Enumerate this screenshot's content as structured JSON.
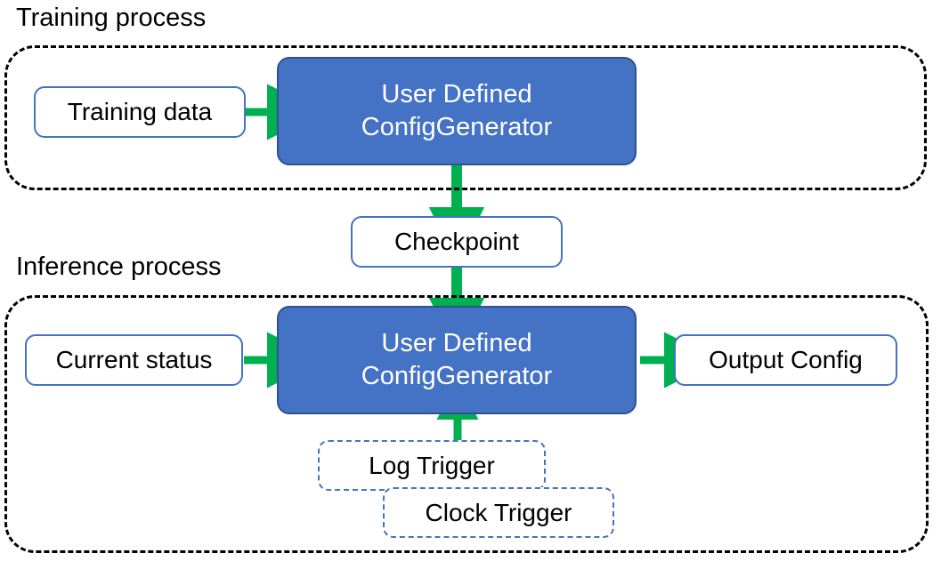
{
  "diagram": {
    "title_training": "Training process",
    "title_inference": "Inference process",
    "accent_blue": "#4472C4",
    "proc_border_blue": "#2F528F",
    "arrow_green": "#00B050",
    "container_border": "#000000",
    "background": "#FFFFFF"
  },
  "training": {
    "label": "Training process",
    "input_box": "Training data",
    "process_box_line1": "User Defined",
    "process_box_line2": "ConfigGenerator"
  },
  "checkpoint": {
    "label": "Checkpoint"
  },
  "inference": {
    "label": "Inference process",
    "input_box": "Current status",
    "process_box_line1": "User Defined",
    "process_box_line2": "ConfigGenerator",
    "output_box": "Output Config",
    "triggers": [
      {
        "label": "Log Trigger"
      },
      {
        "label": "Clock Trigger"
      }
    ]
  },
  "arrows": [
    {
      "name": "training-data-to-generator",
      "from": "Training data",
      "to": "User Defined ConfigGenerator",
      "direction": "right"
    },
    {
      "name": "generator-to-checkpoint",
      "from": "User Defined ConfigGenerator",
      "to": "Checkpoint",
      "direction": "down"
    },
    {
      "name": "checkpoint-to-inference-generator",
      "from": "Checkpoint",
      "to": "User Defined ConfigGenerator",
      "direction": "down"
    },
    {
      "name": "current-status-to-generator",
      "from": "Current status",
      "to": "User Defined ConfigGenerator",
      "direction": "right"
    },
    {
      "name": "generator-to-output-config",
      "from": "User Defined ConfigGenerator",
      "to": "Output Config",
      "direction": "right"
    },
    {
      "name": "log-trigger-to-generator",
      "from": "Log Trigger",
      "to": "User Defined ConfigGenerator",
      "direction": "up"
    }
  ]
}
